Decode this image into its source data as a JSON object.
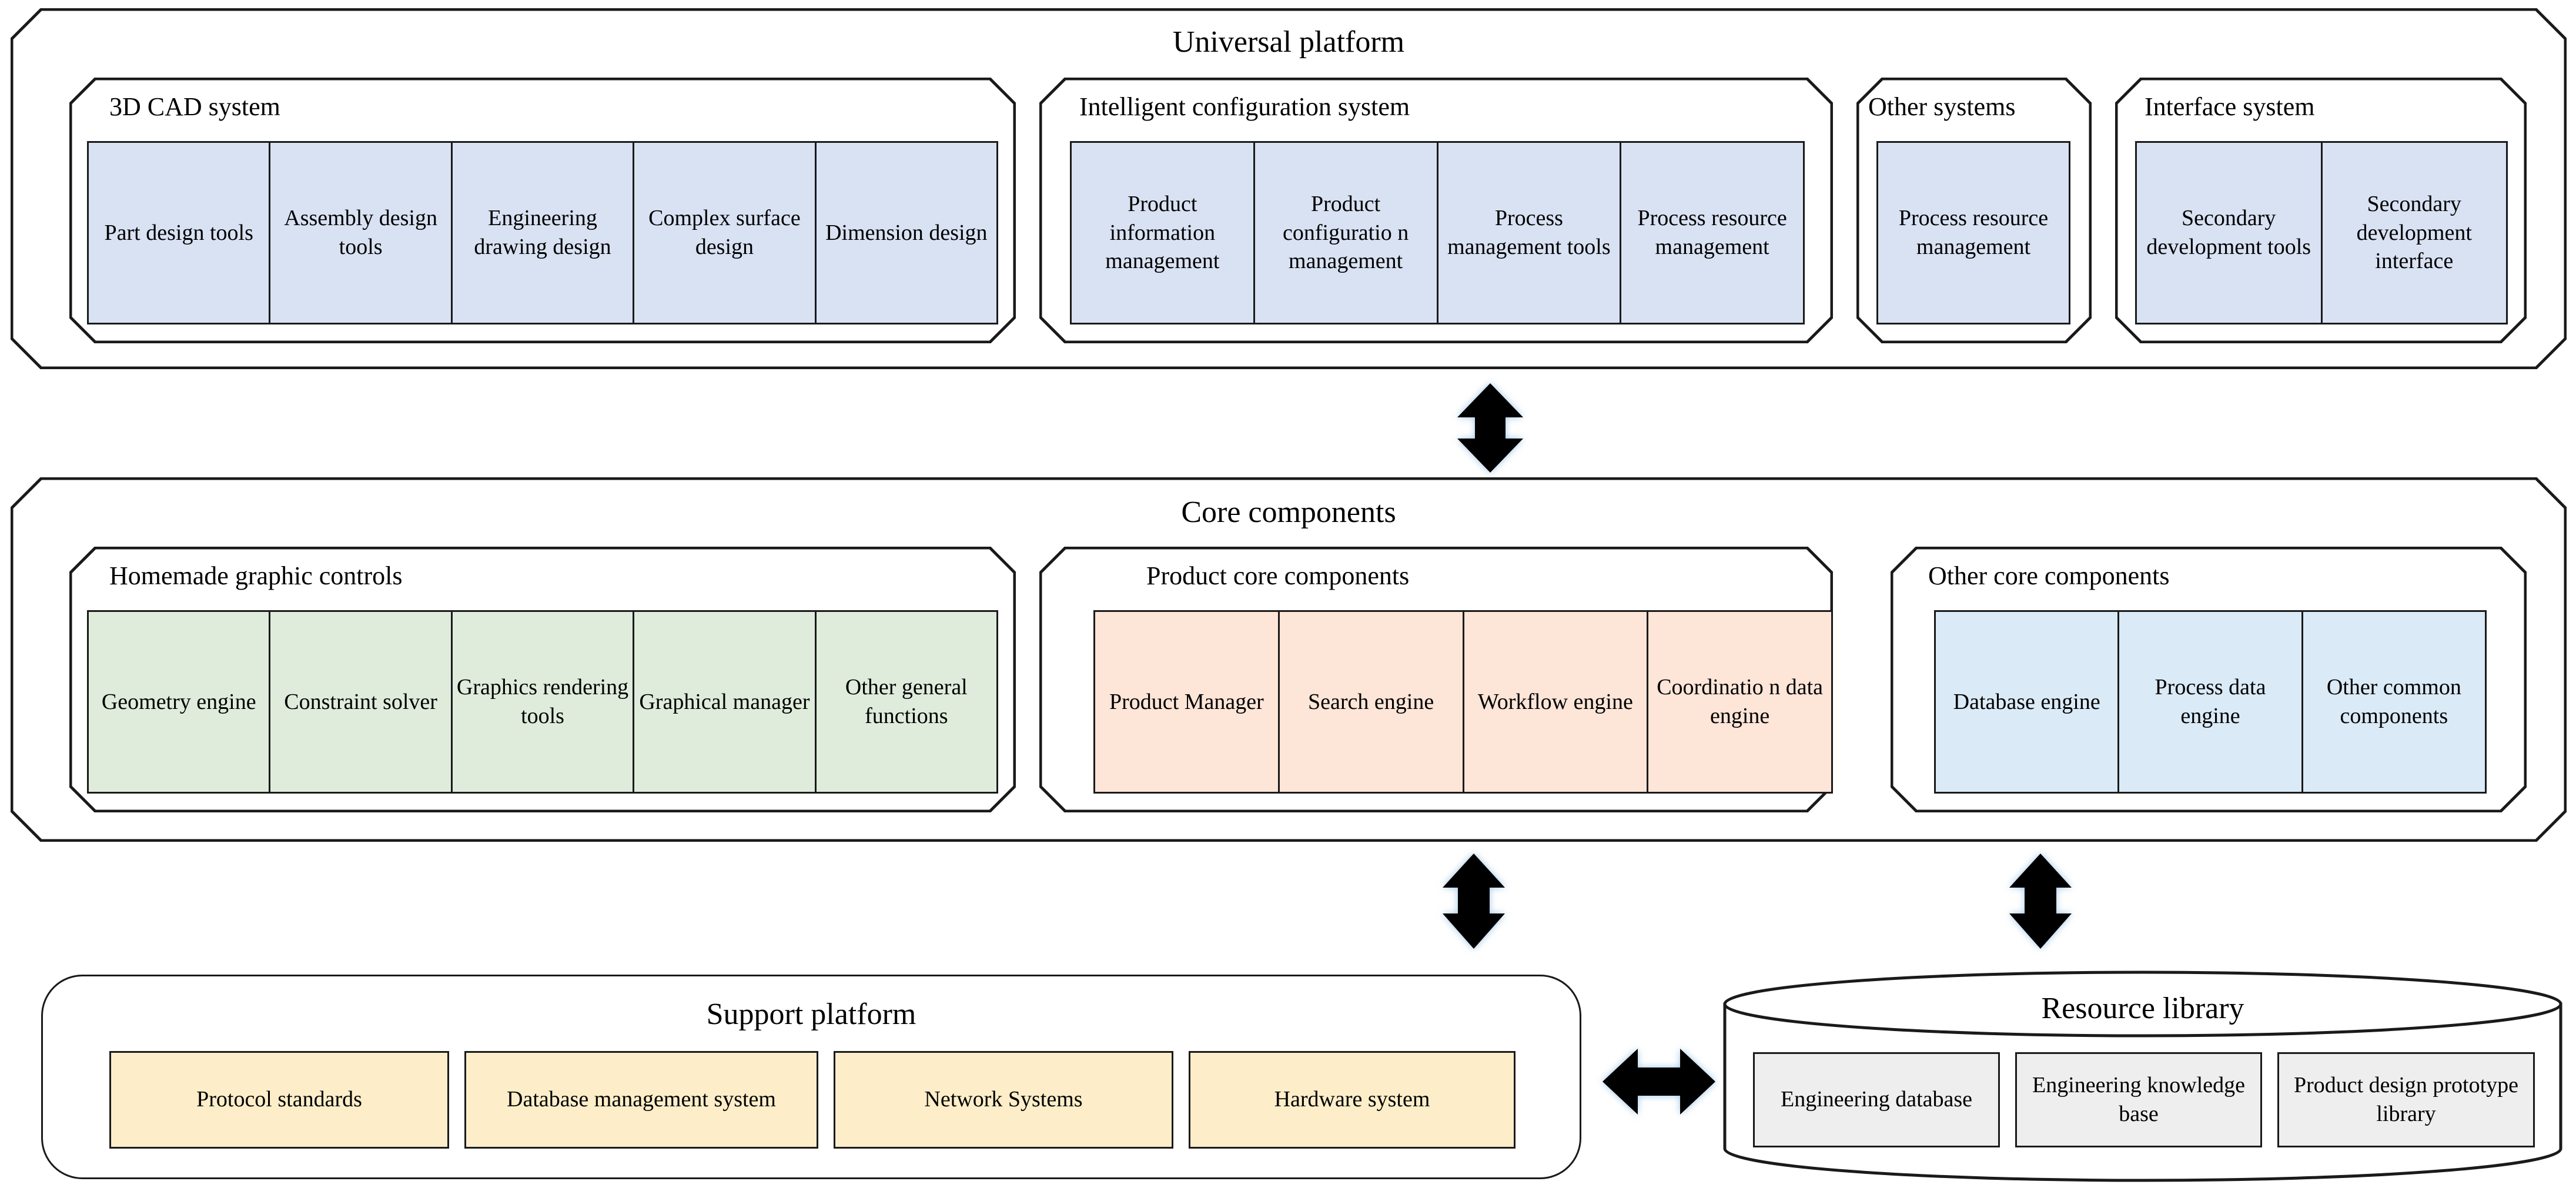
{
  "layers": {
    "universal": {
      "title": "Universal platform",
      "groups": [
        {
          "title": "3D CAD system",
          "cells": [
            "Part design tools",
            "Assembly design tools",
            "Engineering drawing design",
            "Complex surface design",
            "Dimension design"
          ]
        },
        {
          "title": "Intelligent configuration system",
          "cells": [
            "Product information management",
            "Product configuratio n management",
            "Process management tools",
            "Process resource management"
          ]
        },
        {
          "title": "Other systems",
          "cells": [
            "Process resource management"
          ]
        },
        {
          "title": "Interface system",
          "cells": [
            "Secondary development tools",
            "Secondary development interface"
          ]
        }
      ]
    },
    "core": {
      "title": "Core components",
      "groups": [
        {
          "title": "Homemade graphic controls",
          "cells": [
            "Geometry engine",
            "Constraint solver",
            "Graphics rendering tools",
            "Graphical manager",
            "Other general functions"
          ]
        },
        {
          "title": "Product core components",
          "cells": [
            "Product Manager",
            "Search engine",
            "Workflow engine",
            "Coordinatio n data engine"
          ]
        },
        {
          "title": "Other core components",
          "cells": [
            "Database engine",
            "Process data engine",
            "Other common components"
          ]
        }
      ]
    },
    "support": {
      "title": "Support platform",
      "tiles": [
        "Protocol standards",
        "Database management system",
        "Network Systems",
        "Hardware system"
      ]
    },
    "resource": {
      "title": "Resource library",
      "tiles": [
        "Engineering database",
        "Engineering knowledge base",
        "Product design prototype library"
      ]
    }
  },
  "connectors": {
    "universal_to_core": "double-arrow-vertical",
    "core_to_support": "double-arrow-vertical",
    "core_to_resource": "double-arrow-vertical",
    "support_to_resource": "double-arrow-horizontal"
  },
  "colors": {
    "cad_fill": "#d9e2f3",
    "graphic_fill": "#dfecdc",
    "product_fill": "#fde5d8",
    "other_core_fill": "#daeaf7",
    "support_fill": "#fdeec9",
    "resource_fill": "#eeeeee",
    "stroke": "#1a1a1a"
  }
}
